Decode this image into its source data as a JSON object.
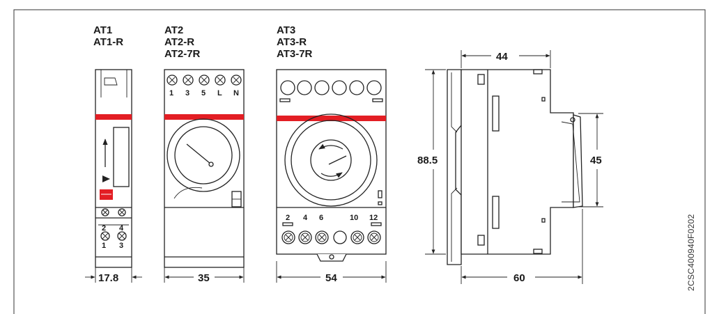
{
  "accent_color": "#e31e24",
  "models": {
    "at1": {
      "line1": "AT1",
      "line2": "AT1-R",
      "terminals_top": [
        "2",
        "4"
      ],
      "terminals_bottom": [
        "1",
        "3"
      ],
      "width": "17.8"
    },
    "at2": {
      "line1": "AT2",
      "line2": "AT2-R",
      "line3": "AT2-7R",
      "terminals": [
        "1",
        "3",
        "5",
        "L",
        "N"
      ],
      "width": "35"
    },
    "at3": {
      "line1": "AT3",
      "line2": "AT3-R",
      "line3": "AT3-7R",
      "terminals": [
        "2",
        "4",
        "6",
        "10",
        "12"
      ],
      "width": "54"
    }
  },
  "side_view": {
    "depth_top": "44",
    "depth_total": "60",
    "height": "88.5",
    "front_height": "45"
  },
  "document_code": "2CSC400940F0202"
}
